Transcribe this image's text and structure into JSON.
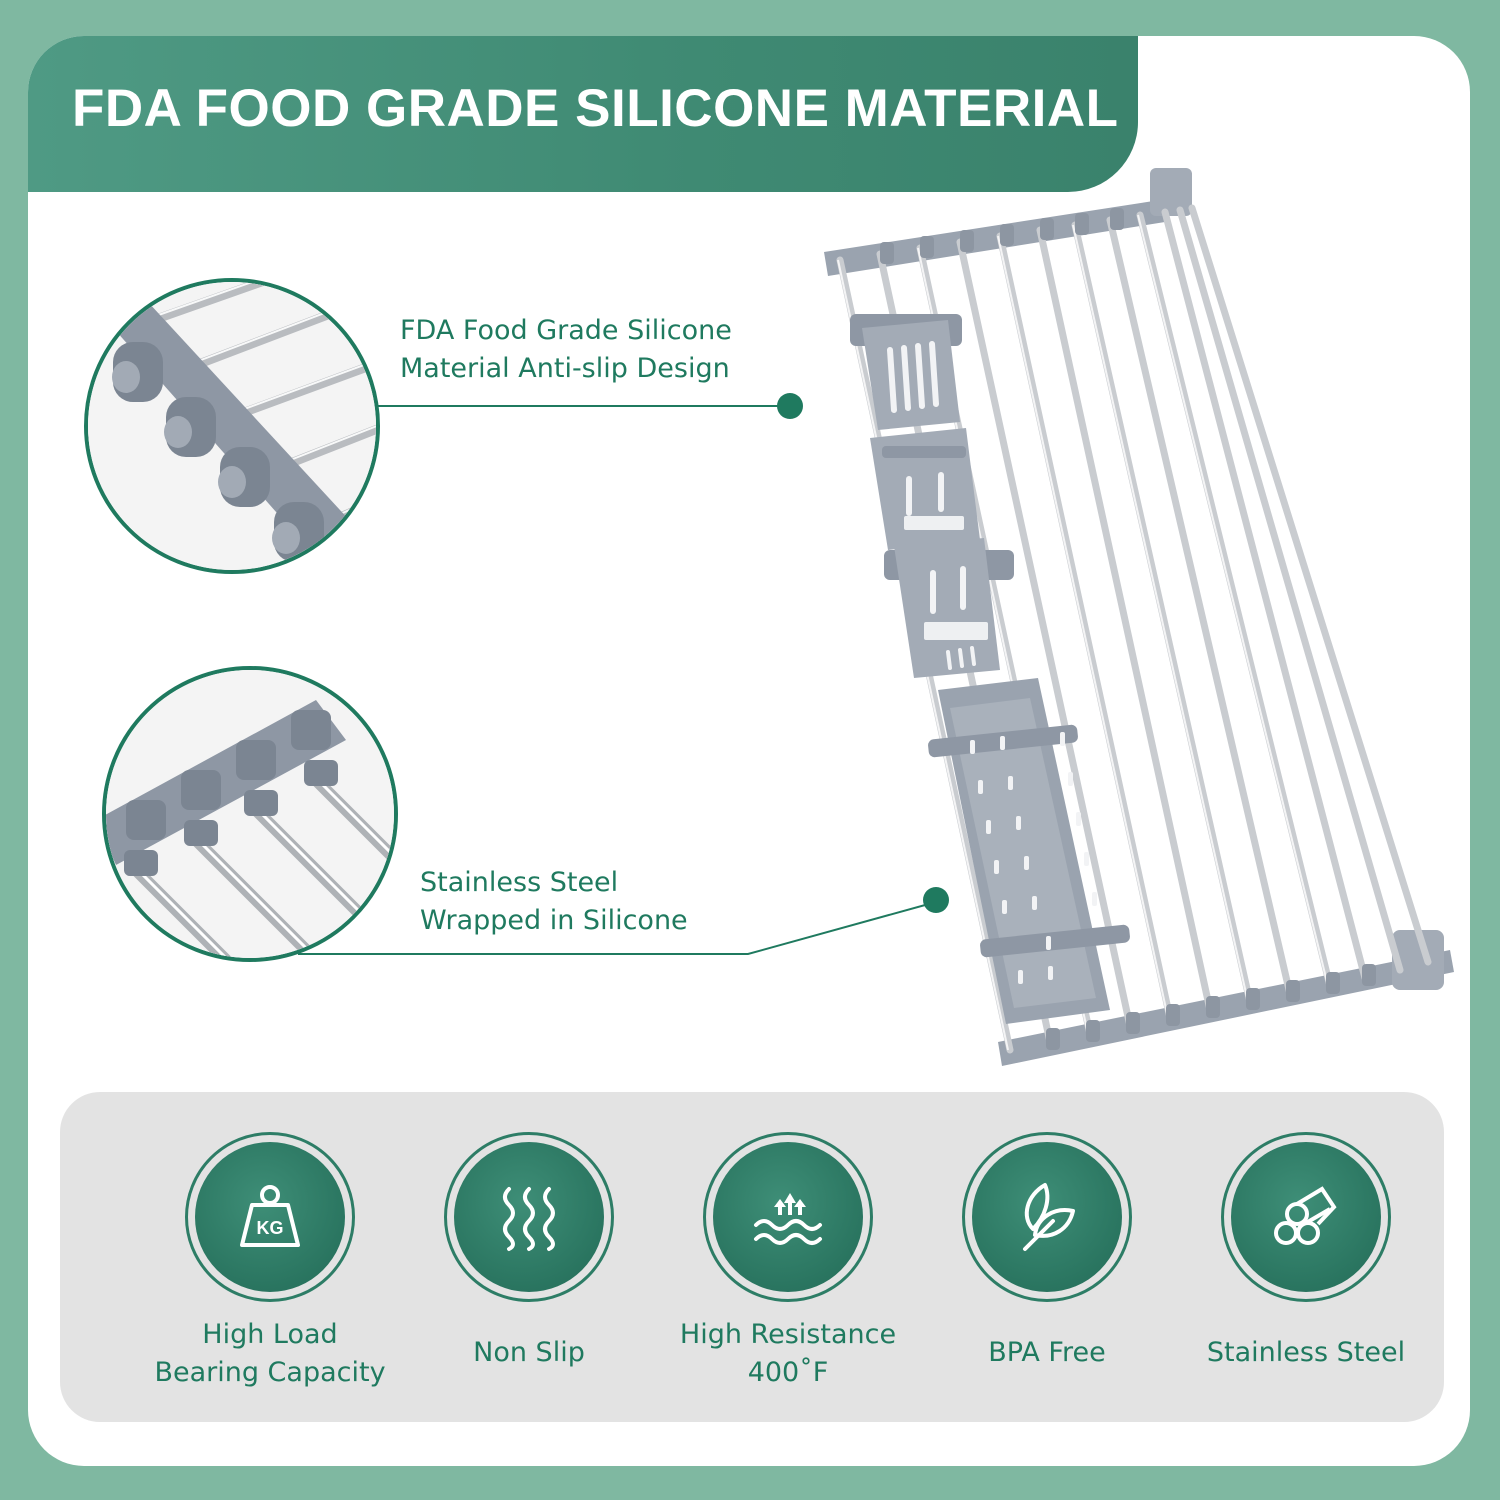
{
  "banner": {
    "title": "FDA FOOD GRADE SILICONE MATERIAL"
  },
  "callouts": [
    {
      "line1": "FDA Food Grade Silicone",
      "line2": "Material Anti-slip Design"
    },
    {
      "line1": "Stainless Steel",
      "line2": "Wrapped in Silicone"
    }
  ],
  "features": [
    {
      "icon": "kg-weight-icon",
      "label": "High Load\nBearing Capacity"
    },
    {
      "icon": "wavy-lines-icon",
      "label": "Non Slip"
    },
    {
      "icon": "heat-waves-icon",
      "label": "High Resistance\n400˚F"
    },
    {
      "icon": "leaf-icon",
      "label": "BPA Free"
    },
    {
      "icon": "steel-rods-icon",
      "label": "Stainless Steel"
    }
  ],
  "colors": {
    "background": "#7fb8a1",
    "banner": "#3f8a73",
    "accent": "#1f7a5f",
    "feature_panel": "#e3e3e3",
    "silicone_gray": "#8e97a4"
  }
}
